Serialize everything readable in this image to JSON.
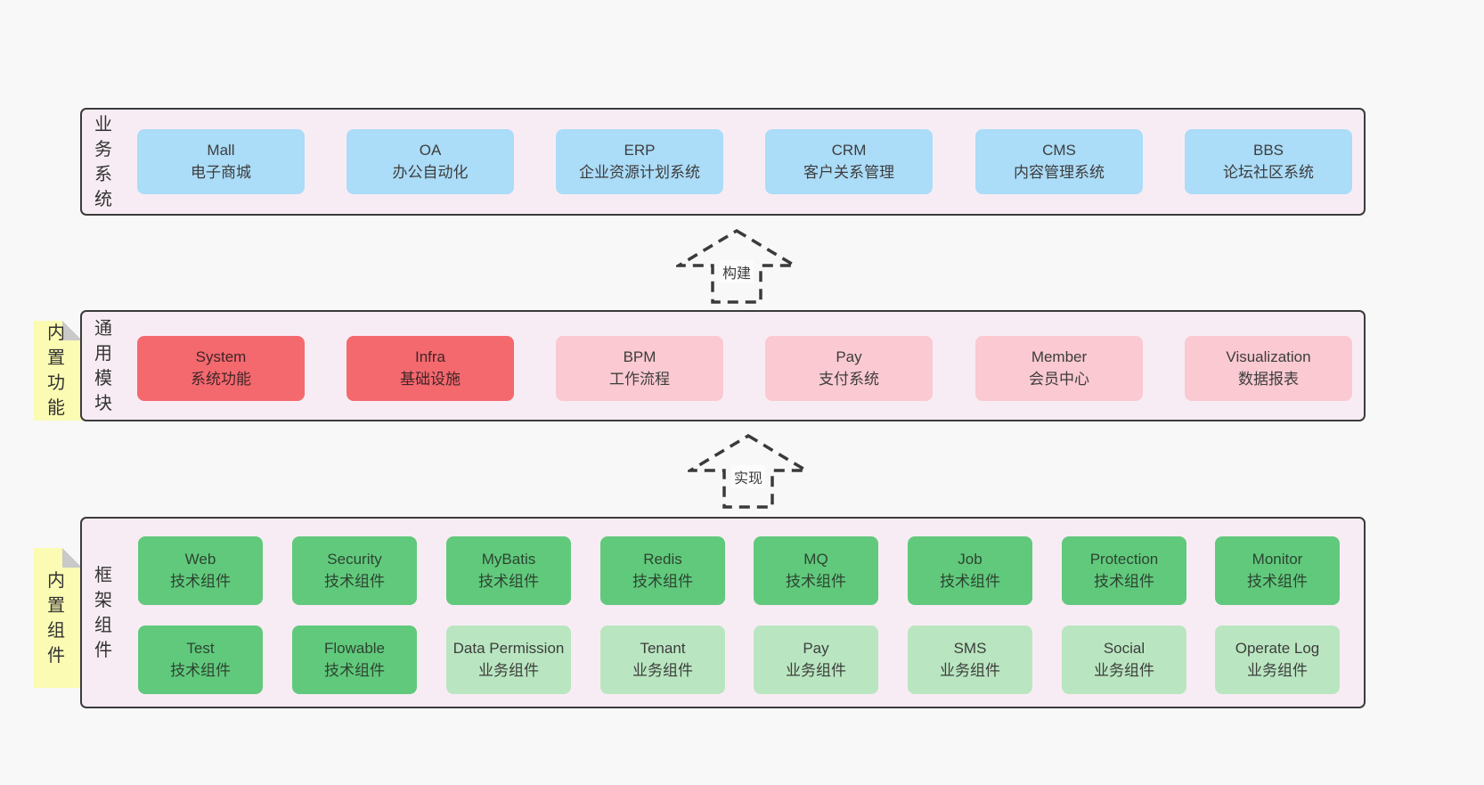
{
  "colors": {
    "page_background": "#f8f8f8",
    "panel_fill": "#f8ecf4",
    "panel_border": "#3b3b3b",
    "system_box": "#abdcf8",
    "core_module_box": "#f4696e",
    "optional_module_box": "#fac9d1",
    "tech_component_box": "#61c97c",
    "biz_component_box": "#b9e6c0",
    "sticky_note": "#fbfbb3",
    "sticky_fold": "#c9c9c9"
  },
  "sections": {
    "business": {
      "label": "业务系统",
      "boxes": [
        {
          "title": "Mall",
          "subtitle": "电子商城",
          "variant": "blue"
        },
        {
          "title": "OA",
          "subtitle": "办公自动化",
          "variant": "blue"
        },
        {
          "title": "ERP",
          "subtitle": "企业资源计划系统",
          "variant": "blue"
        },
        {
          "title": "CRM",
          "subtitle": "客户关系管理",
          "variant": "blue"
        },
        {
          "title": "CMS",
          "subtitle": "内容管理系统",
          "variant": "blue"
        },
        {
          "title": "BBS",
          "subtitle": "论坛社区系统",
          "variant": "blue"
        }
      ]
    },
    "modules": {
      "label": "通用模块",
      "sticky": "内置功能",
      "boxes": [
        {
          "title": "System",
          "subtitle": "系统功能",
          "variant": "red"
        },
        {
          "title": "Infra",
          "subtitle": "基础设施",
          "variant": "red"
        },
        {
          "title": "BPM",
          "subtitle": "工作流程",
          "variant": "pink"
        },
        {
          "title": "Pay",
          "subtitle": "支付系统",
          "variant": "pink"
        },
        {
          "title": "Member",
          "subtitle": "会员中心",
          "variant": "pink"
        },
        {
          "title": "Visualization",
          "subtitle": "数据报表",
          "variant": "pink"
        }
      ]
    },
    "components": {
      "label": "框架组件",
      "sticky": "内置组件",
      "rows": [
        [
          {
            "title": "Web",
            "subtitle": "技术组件",
            "variant": "green"
          },
          {
            "title": "Security",
            "subtitle": "技术组件",
            "variant": "green"
          },
          {
            "title": "MyBatis",
            "subtitle": "技术组件",
            "variant": "green"
          },
          {
            "title": "Redis",
            "subtitle": "技术组件",
            "variant": "green"
          },
          {
            "title": "MQ",
            "subtitle": "技术组件",
            "variant": "green"
          },
          {
            "title": "Job",
            "subtitle": "技术组件",
            "variant": "green"
          },
          {
            "title": "Protection",
            "subtitle": "技术组件",
            "variant": "green"
          },
          {
            "title": "Monitor",
            "subtitle": "技术组件",
            "variant": "green"
          }
        ],
        [
          {
            "title": "Test",
            "subtitle": "技术组件",
            "variant": "green"
          },
          {
            "title": "Flowable",
            "subtitle": "技术组件",
            "variant": "green"
          },
          {
            "title": "Data Permission",
            "subtitle": "业务组件",
            "variant": "green-light"
          },
          {
            "title": "Tenant",
            "subtitle": "业务组件",
            "variant": "green-light"
          },
          {
            "title": "Pay",
            "subtitle": "业务组件",
            "variant": "green-light"
          },
          {
            "title": "SMS",
            "subtitle": "业务组件",
            "variant": "green-light"
          },
          {
            "title": "Social",
            "subtitle": "业务组件",
            "variant": "green-light"
          },
          {
            "title": "Operate Log",
            "subtitle": "业务组件",
            "variant": "green-light"
          }
        ]
      ]
    }
  },
  "arrows": [
    {
      "label": "构建"
    },
    {
      "label": "实现"
    }
  ]
}
